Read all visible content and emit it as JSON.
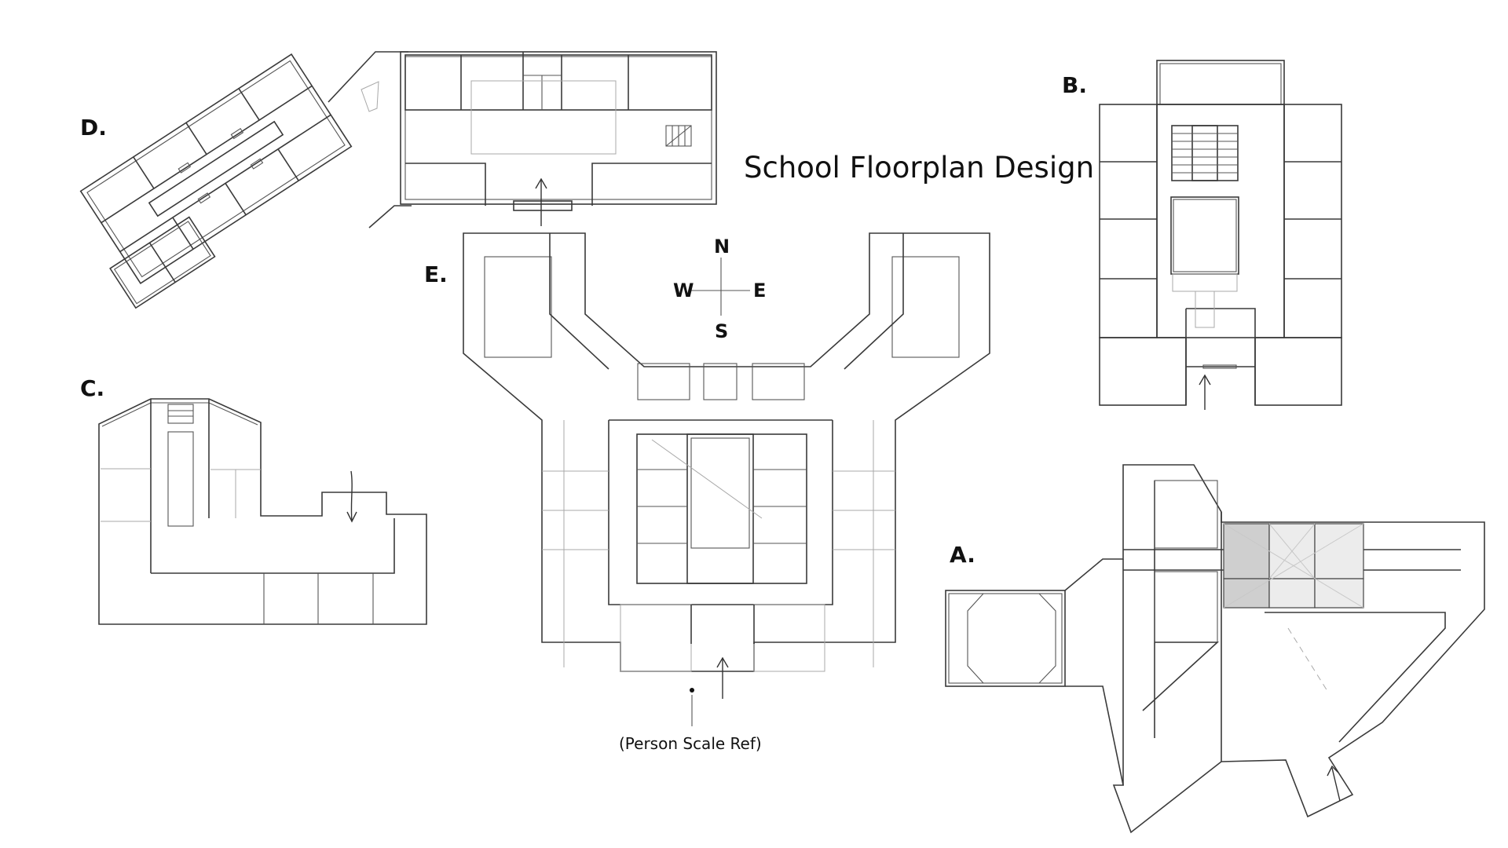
{
  "title": "School Floorplan Design",
  "plans": [
    {
      "id": "D",
      "label": "D."
    },
    {
      "id": "B",
      "label": "B."
    },
    {
      "id": "C",
      "label": "C."
    },
    {
      "id": "E",
      "label": "E."
    },
    {
      "id": "A",
      "label": "A."
    }
  ],
  "compass": {
    "north": "N",
    "south": "S",
    "east": "E",
    "west": "W"
  },
  "scale_reference": {
    "caption": "(Person Scale Ref)"
  },
  "colors": {
    "line": "#3a3a3a",
    "light_line": "#a8a8a8",
    "shade_dark": "#cfcfcf",
    "shade_light": "#ececec",
    "background": "#ffffff"
  }
}
